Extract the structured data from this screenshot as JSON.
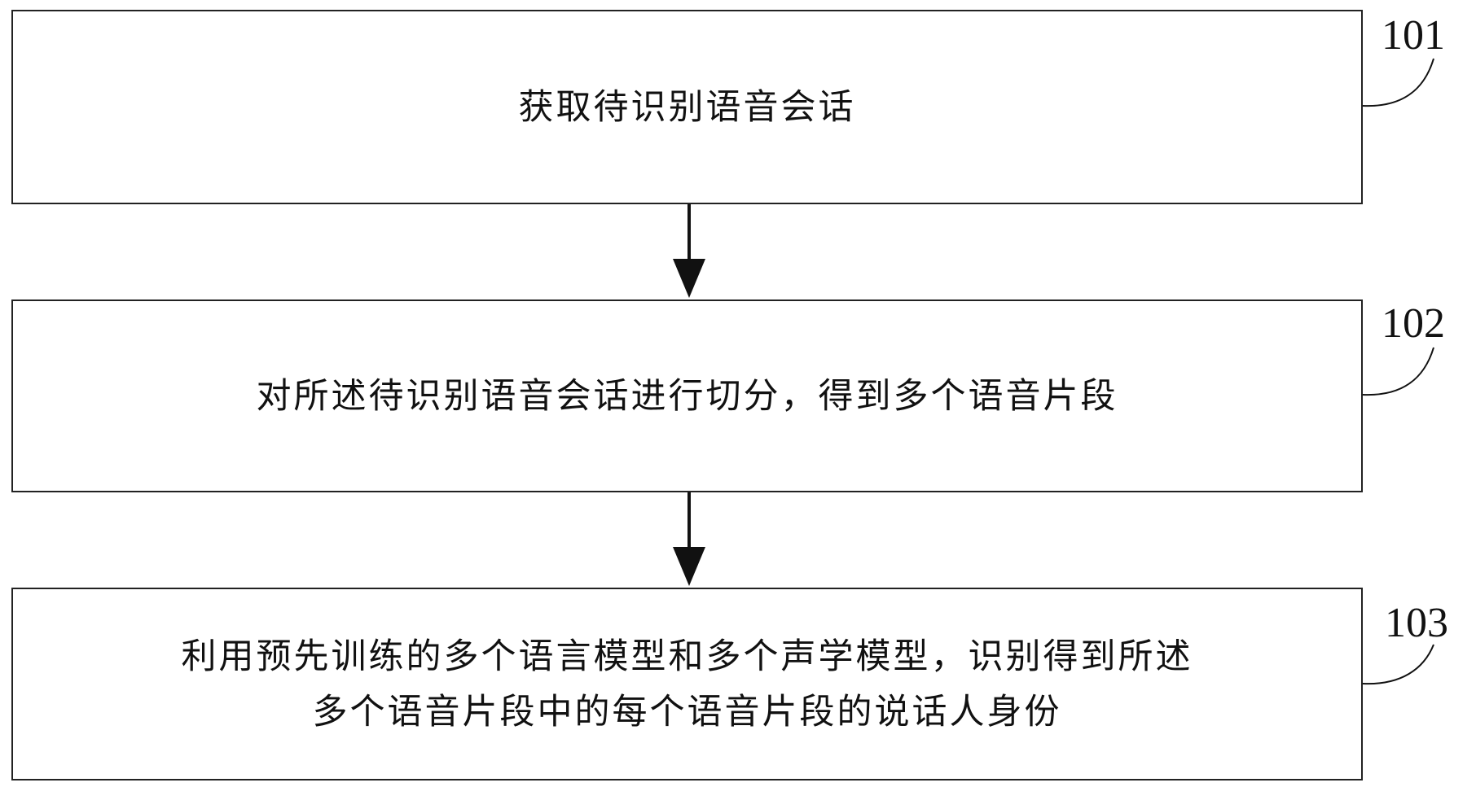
{
  "steps": [
    {
      "number": "101",
      "text": "获取待识别语音会话"
    },
    {
      "number": "102",
      "text": "对所述待识别语音会话进行切分，得到多个语音片段"
    },
    {
      "number": "103",
      "text": "利用预先训练的多个语言模型和多个声学模型，识别得到所述\n多个语音片段中的每个语音片段的说话人身份"
    }
  ],
  "colors": {
    "line": "#222222",
    "background": "#ffffff"
  }
}
